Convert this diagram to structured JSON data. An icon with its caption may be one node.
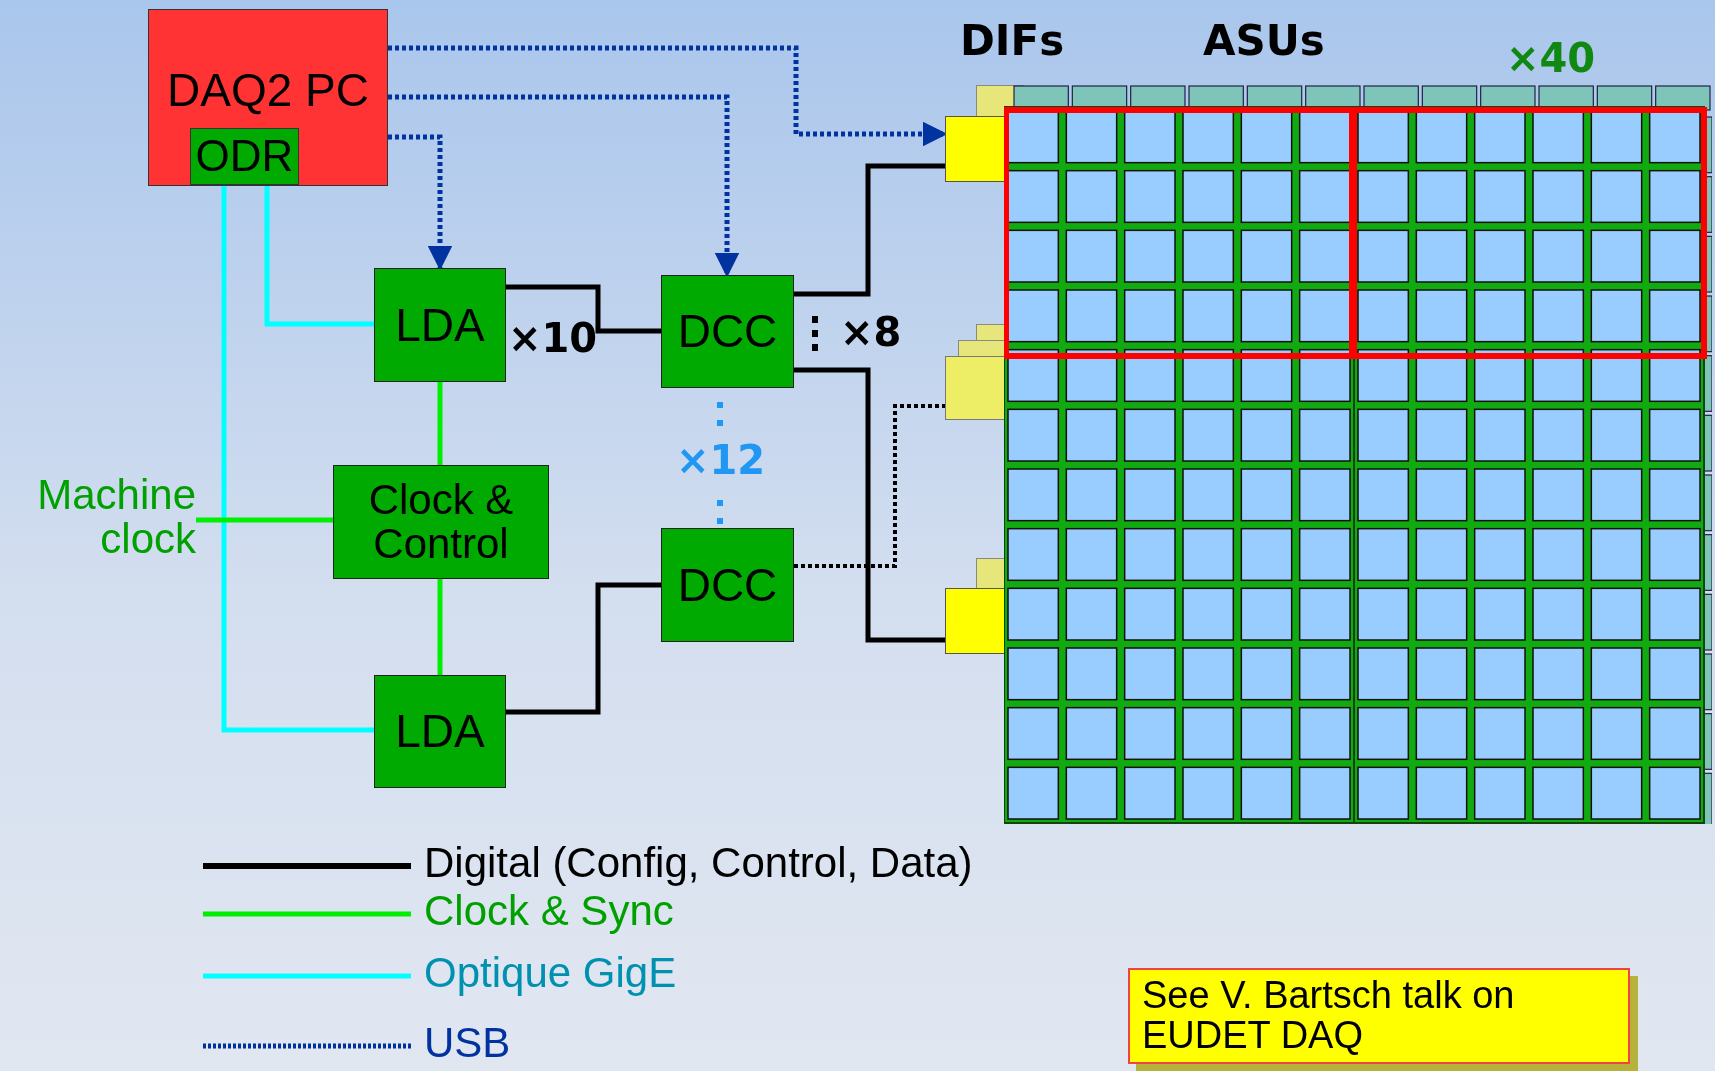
{
  "diagram": {
    "nodes": [
      {
        "text": [
          "DAQ2 PC"
        ]
      },
      {
        "text": [
          "ODR"
        ],
        "in": 0
      },
      {
        "text": [
          "LDA"
        ]
      },
      {
        "text": [
          "DCC"
        ]
      },
      {
        "text": [
          "Clock & Control"
        ]
      },
      {
        "text": [
          "DCC"
        ]
      },
      {
        "text": [
          "LDA"
        ]
      },
      {
        "text": [
          "Machine clock"
        ]
      },
      {
        "text": [],
        "shape": "box"
      },
      {
        "text": [],
        "shape": "box"
      },
      {
        "text": [],
        "shape": "box"
      },
      {
        "text": [],
        "shape": "picture"
      },
      {
        "text": [
          "See V. Bartsch talk on EUDET DAQ"
        ]
      }
    ],
    "edges": [
      {
        "from": 0,
        "to": 8,
        "arrow": "to",
        "style": "dashed",
        "color": "#0033a0"
      },
      {
        "from": 0,
        "to": 3,
        "arrow": "to",
        "style": "dashed",
        "color": "#0033a0"
      },
      {
        "from": 0,
        "to": 2,
        "arrow": "to",
        "style": "dashed",
        "color": "#0033a0"
      },
      {
        "from": 1,
        "to": 6,
        "arrow": "none",
        "color": "#00ffff"
      },
      {
        "from": 1,
        "to": 2,
        "arrow": "none",
        "color": "#00ffff"
      },
      {
        "from": 2,
        "to": 3,
        "arrow": "none"
      },
      {
        "from": 3,
        "to": 8,
        "arrow": "none"
      },
      {
        "from": 3,
        "to": 10,
        "arrow": "none"
      },
      {
        "from": 5,
        "to": 9,
        "arrow": "none",
        "style": "dashed"
      },
      {
        "from": 6,
        "to": 5,
        "arrow": "none"
      },
      {
        "from": 2,
        "to": 4,
        "arrow": "none",
        "color": "#00ee00"
      },
      {
        "from": 4,
        "to": 6,
        "arrow": "none",
        "color": "#00ee00"
      },
      {
        "from": 7,
        "to": 4,
        "arrow": "none",
        "color": "#00ee00"
      }
    ],
    "labels": [
      "DIFs",
      "ASUs",
      "×40",
      "×10",
      "×8",
      "×12"
    ],
    "legend": [
      {
        "text": "Digital (Config, Control, Data)"
      },
      {
        "text": "Clock & Sync"
      },
      {
        "text": "Optique GigE"
      },
      {
        "text": "USB"
      }
    ]
  }
}
